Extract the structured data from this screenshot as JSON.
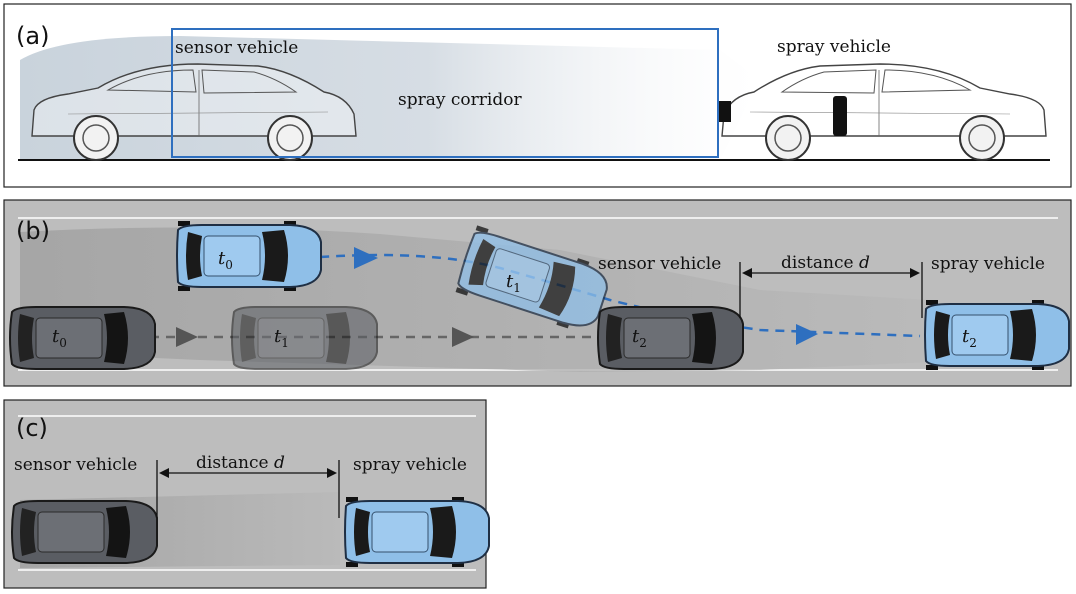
{
  "panel_a": {
    "label": "(a)",
    "sensor_vehicle": "sensor vehicle",
    "spray_vehicle": "spray vehicle",
    "spray_corridor": "spray corridor"
  },
  "panel_b": {
    "label": "(b)",
    "sensor_vehicle": "sensor vehicle",
    "spray_vehicle": "spray vehicle",
    "distance": "distance",
    "distance_var": "d",
    "time_base": "t",
    "spray_car_times": [
      "0",
      "1",
      "2"
    ],
    "sensor_car_times": [
      "0",
      "1",
      "2"
    ]
  },
  "panel_c": {
    "label": "(c)",
    "sensor_vehicle": "sensor vehicle",
    "spray_vehicle": "spray vehicle",
    "distance": "distance",
    "distance_var": "d"
  },
  "colors": {
    "spray_car": "#8fbfe8",
    "sensor_car": "#5a5d63",
    "path_blue": "#2e6fbf",
    "path_gray": "#666666",
    "road": "#bdbdbd",
    "corridor_box": "#2e6fbf"
  }
}
